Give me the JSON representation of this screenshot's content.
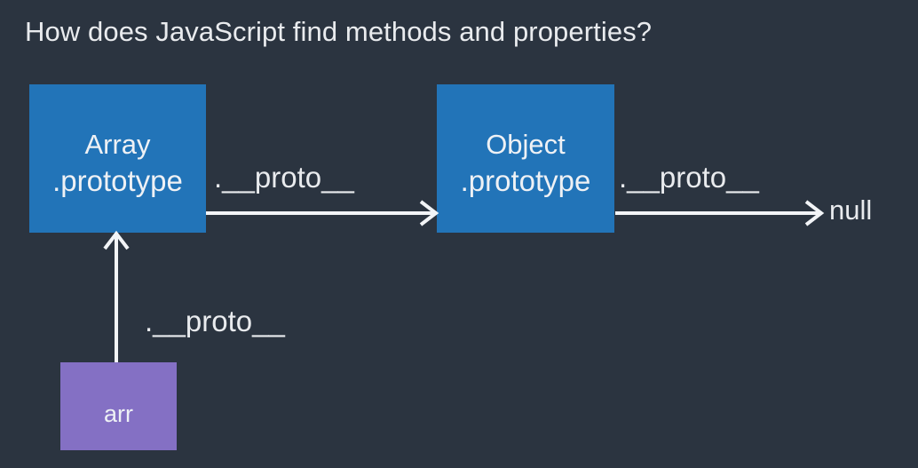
{
  "page": {
    "title": "How does JavaScript find methods and properties?",
    "background_color": "#2b3440",
    "text_color": "#e9ebee"
  },
  "colors": {
    "background": "#2b3440",
    "node_blue": "#2274b8",
    "node_purple": "#8470c4",
    "arrow": "#f2f4f7",
    "label_text": "#e9ebee"
  },
  "diagram": {
    "nodes": [
      {
        "id": "array-prototype",
        "line1": "Array",
        "line2": ".prototype",
        "color": "#2274b8"
      },
      {
        "id": "object-prototype",
        "line1": "Object",
        "line2": ".prototype",
        "color": "#2274b8"
      },
      {
        "id": "arr",
        "line1": "arr",
        "color": "#8470c4"
      }
    ],
    "edges": [
      {
        "id": "arr-to-array",
        "from": "arr",
        "to": "array-prototype",
        "label": ".__proto__",
        "direction": "up"
      },
      {
        "id": "array-to-object",
        "from": "array-prototype",
        "to": "object-prototype",
        "label": ".__proto__",
        "direction": "right"
      },
      {
        "id": "object-to-null",
        "from": "object-prototype",
        "to": "null",
        "label": ".__proto__",
        "direction": "right"
      }
    ],
    "terminals": [
      {
        "id": "null",
        "label": "null"
      }
    ]
  }
}
